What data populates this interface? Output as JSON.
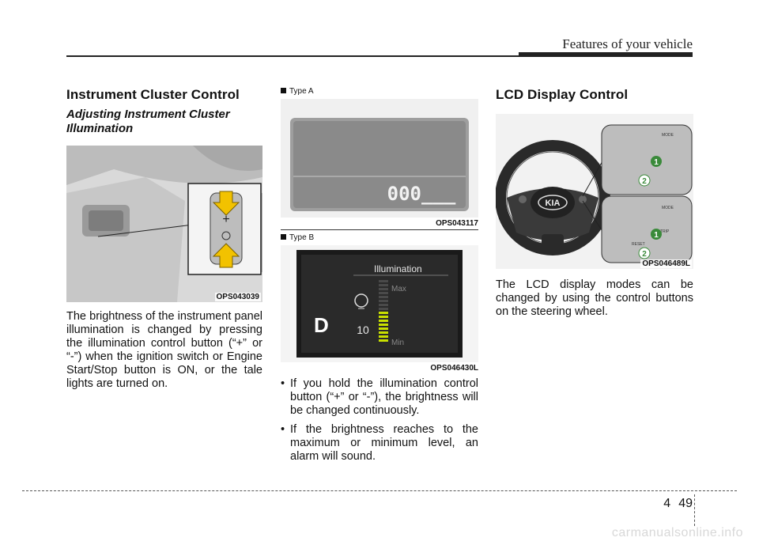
{
  "header": {
    "title": "Features of your vehicle"
  },
  "section1": {
    "title": "Instrument Cluster Control",
    "subtitle": "Adjusting Instrument Cluster Illumination",
    "figure_code": "OPS043039",
    "body": "The brightness of the instrument panel illumination is changed by pressing the illumination control button (“+” or “-”) when the ignition switch or Engine Start/Stop button is ON, or the tale lights are turned on."
  },
  "section2": {
    "type_a_label": "Type A",
    "type_a_code": "OPS043117",
    "type_a_display": "000___",
    "type_b_label": "Type B",
    "type_b_code": "OPS046430L",
    "type_b_screen": {
      "title": "Illumination",
      "gear": "D",
      "level": "10",
      "max": "Max",
      "min": "Min",
      "level_fraction": 0.5
    },
    "bullets": [
      "If you hold the illumination control button (“+” or “-”), the brightness will be changed continuously.",
      "If the brightness reaches to the maximum or minimum level, an alarm will sound."
    ]
  },
  "section3": {
    "title": "LCD Display Control",
    "figure_code": "OPS046489L",
    "callout_1": "1",
    "callout_2": "2",
    "button_labels": {
      "mode": "MODE",
      "trip": "TRIP",
      "reset": "RESET"
    },
    "brand": "KIA",
    "body": "The LCD display modes can be changed by using the control buttons on the steering wheel."
  },
  "footer": {
    "chapter": "4",
    "page": "49",
    "watermark": "carmanualsonline.info"
  },
  "colors": {
    "arrow_yellow": "#f2c200",
    "callout_green": "#3a8a3a",
    "lcd_green": "#c8e000"
  }
}
